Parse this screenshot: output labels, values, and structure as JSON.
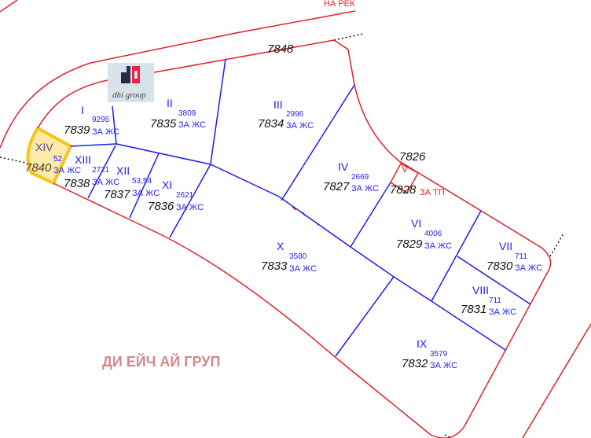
{
  "colors": {
    "boundary": "#e0202a",
    "subdivision": "#1c1cf0",
    "highlight_fill": "#fde9a8",
    "highlight_stroke": "#f5c518"
  },
  "top_labels": {
    "street": "НА РЕК",
    "parcel_top": "7848"
  },
  "logo": {
    "text": "dhi group"
  },
  "company": "ДИ ЕЙЧ АЙ ГРУП",
  "parcels": [
    {
      "roman": "I",
      "id": "7839",
      "area": "9295",
      "purpose": "ЗА ЖС"
    },
    {
      "roman": "II",
      "id": "7835",
      "area": "3809",
      "purpose": "ЗА ЖС"
    },
    {
      "roman": "III",
      "id": "7834",
      "area": "2996",
      "purpose": "ЗА ЖС"
    },
    {
      "roman": "IV",
      "id": "7827",
      "area": "2669",
      "purpose": "ЗА ЖС"
    },
    {
      "roman": "V",
      "id": "7828",
      "id2": "7826",
      "purpose": "ЗА ТП"
    },
    {
      "roman": "VI",
      "id": "7829",
      "area": "4006",
      "purpose": "ЗА ЖС"
    },
    {
      "roman": "VII",
      "id": "7830",
      "area": "711",
      "purpose": "ЗА ЖС"
    },
    {
      "roman": "VIII",
      "id": "7831",
      "area": "711",
      "purpose": "ЗА ЖС"
    },
    {
      "roman": "IX",
      "id": "7832",
      "area": "3579",
      "purpose": "ЗА ЖС"
    },
    {
      "roman": "X",
      "id": "7833",
      "area": "3580",
      "purpose": "ЗА ЖС"
    },
    {
      "roman": "XI",
      "id": "7836",
      "area": "2621",
      "purpose": "ЗА ЖС"
    },
    {
      "roman": "XII",
      "id": "7837",
      "area": "53,54",
      "purpose": "ЗА ЖС"
    },
    {
      "roman": "XIII",
      "id": "7838",
      "area": "2721",
      "purpose": "ЗА ЖС"
    },
    {
      "roman": "XIV",
      "id": "7840",
      "area": "52",
      "purpose": "ЗА ЖС",
      "selected": true
    }
  ]
}
